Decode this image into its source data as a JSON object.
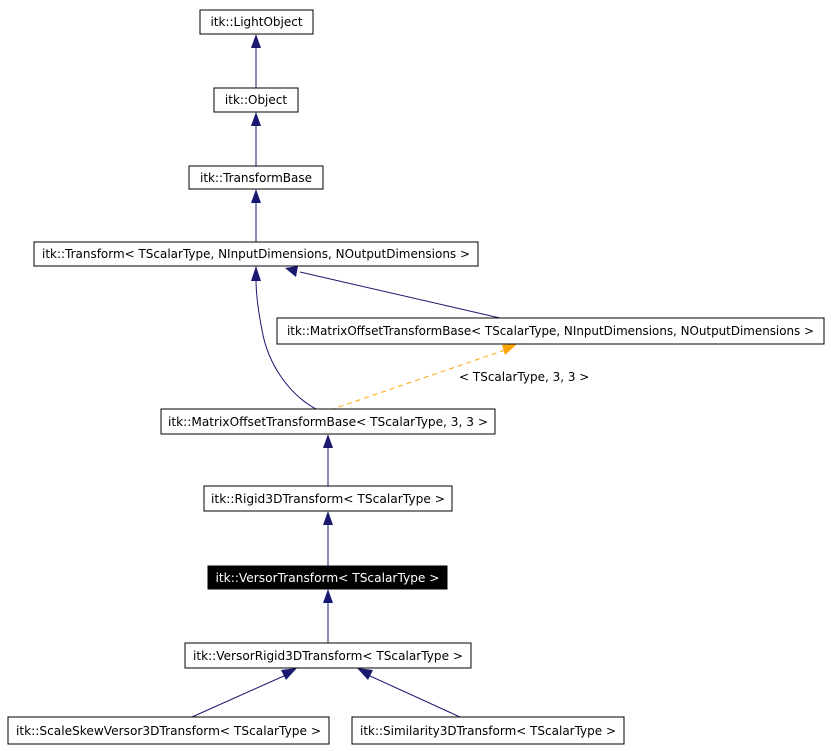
{
  "diagram": {
    "colors": {
      "inherit_edge": "#191970",
      "template_edge": "#ffa500",
      "highlight_fill": "#000000",
      "highlight_text": "#ffffff"
    },
    "nodes": {
      "light_object": "itk::LightObject",
      "object": "itk::Object",
      "transform_base": "itk::TransformBase",
      "transform": "itk::Transform< TScalarType, NInputDimensions, NOutputDimensions >",
      "mo_base_template": "itk::MatrixOffsetTransformBase< TScalarType, NInputDimensions, NOutputDimensions >",
      "mo_base_3_3": "itk::MatrixOffsetTransformBase< TScalarType, 3, 3 >",
      "rigid3d": "itk::Rigid3DTransform< TScalarType >",
      "versor": "itk::VersorTransform< TScalarType >",
      "versor_rigid3d": "itk::VersorRigid3DTransform< TScalarType >",
      "scale_skew": "itk::ScaleSkewVersor3DTransform< TScalarType >",
      "similarity3d": "itk::Similarity3DTransform< TScalarType >"
    },
    "template_edge_label": "< TScalarType, 3, 3 >"
  }
}
